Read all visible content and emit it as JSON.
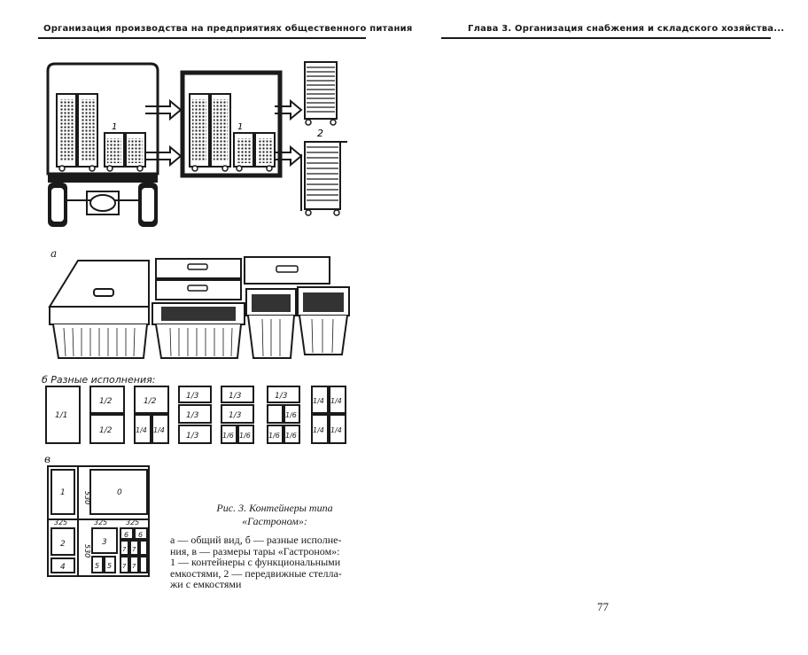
{
  "left_header": "Организация производства на предприятиях общественного питания",
  "right_header": "Глава 3. Организация снабжения и складского хозяйства...",
  "figure": {
    "label_a": "а",
    "label_b": "б",
    "label_v": "в",
    "variants_label": "Разные исполнения:",
    "truck_label_1": "1",
    "store_label_1": "1",
    "rack_label_2": "2",
    "size_variants": [
      [
        "1/1"
      ],
      [
        "1/2",
        "1/2"
      ],
      [
        "1/2",
        "1/4",
        "1/4"
      ],
      [
        "1/3",
        "1/3",
        "1/3"
      ],
      [
        "1/3",
        "1/3",
        "1/6",
        "1/6"
      ],
      [
        "1/3",
        "1/6",
        "1/6",
        "1/6"
      ],
      [
        "1/4",
        "1/4",
        "1/4",
        "1/4"
      ]
    ],
    "dims": {
      "d530a": "530",
      "d530b": "530",
      "d325a": "325",
      "d325b": "325",
      "d325c": "325",
      "cells": [
        "1",
        "0",
        "2",
        "3",
        "4",
        "5",
        "5",
        "6",
        "6",
        "7",
        "7",
        "7",
        "7"
      ]
    }
  },
  "caption": {
    "title_line1": "Рис. 3. Контейнеры типа",
    "title_line2": "«Гастроном»:",
    "body_lines": [
      "а — общий вид, б — разные исполне-",
      "ния, в — размеры тары «Гастроном»:",
      "1 — контейнеры с функциональными",
      "емкостями, 2 — передвижные стелла-",
      "жи с емкостями"
    ]
  },
  "page_number": "77"
}
